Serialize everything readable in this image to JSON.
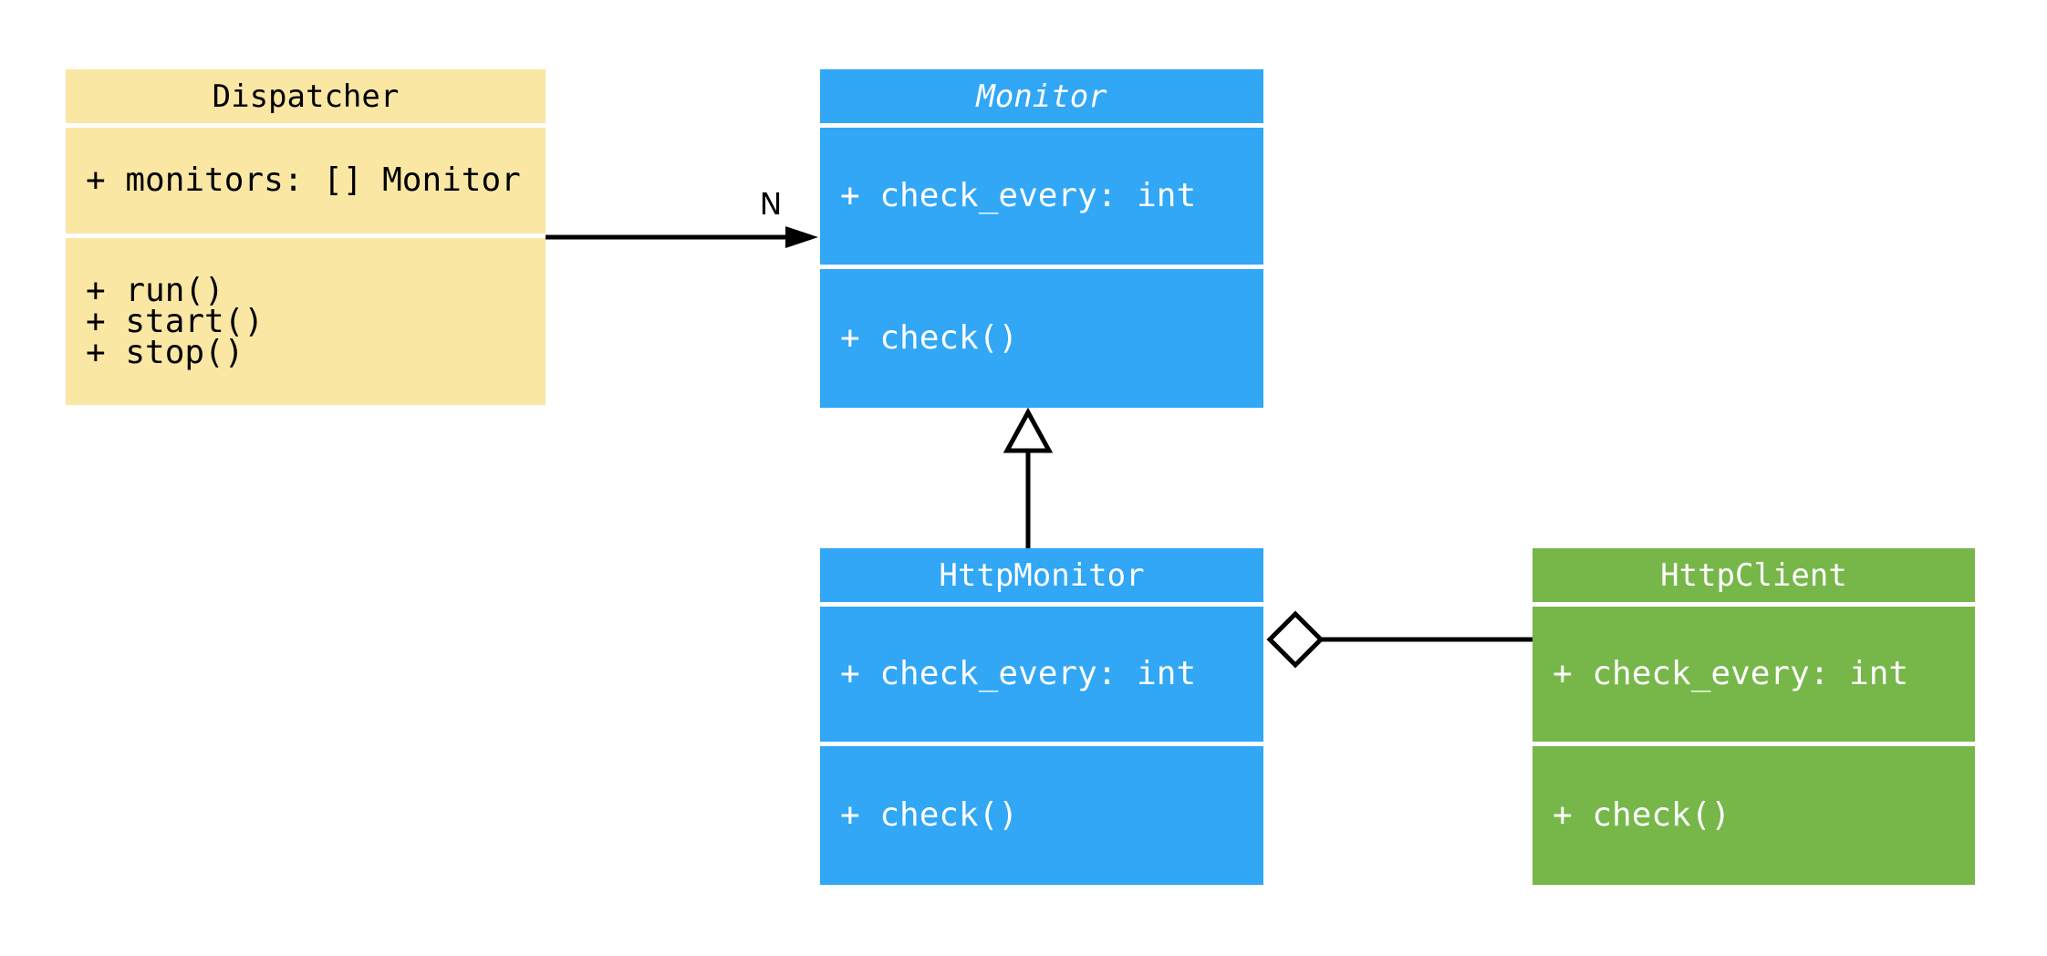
{
  "diagram": {
    "type": "uml-class-diagram",
    "classes": [
      {
        "name": "Dispatcher",
        "abstract": false,
        "fill": "#FAE7A4",
        "text_color": "#000000",
        "attributes": [
          "+ monitors: [] Monitor"
        ],
        "methods": [
          "+ run()",
          "+ start()",
          "+ stop()"
        ]
      },
      {
        "name": "Monitor",
        "abstract": true,
        "fill": "#31A7F5",
        "text_color": "#FFFFFF",
        "attributes": [
          "+ check_every: int"
        ],
        "methods": [
          "+ check()"
        ]
      },
      {
        "name": "HttpMonitor",
        "abstract": false,
        "fill": "#31A7F5",
        "text_color": "#FFFFFF",
        "attributes": [
          "+ check_every: int"
        ],
        "methods": [
          "+ check()"
        ]
      },
      {
        "name": "HttpClient",
        "abstract": false,
        "fill": "#77B74A",
        "text_color": "#FFFFFF",
        "attributes": [
          "+ check_every: int"
        ],
        "methods": [
          "+ check()"
        ]
      }
    ],
    "relationships": [
      {
        "type": "association",
        "from": "Dispatcher",
        "to": "Monitor",
        "multiplicity": "N"
      },
      {
        "type": "generalization",
        "from": "HttpMonitor",
        "to": "Monitor"
      },
      {
        "type": "aggregation",
        "from": "HttpMonitor",
        "to": "HttpClient"
      }
    ]
  }
}
